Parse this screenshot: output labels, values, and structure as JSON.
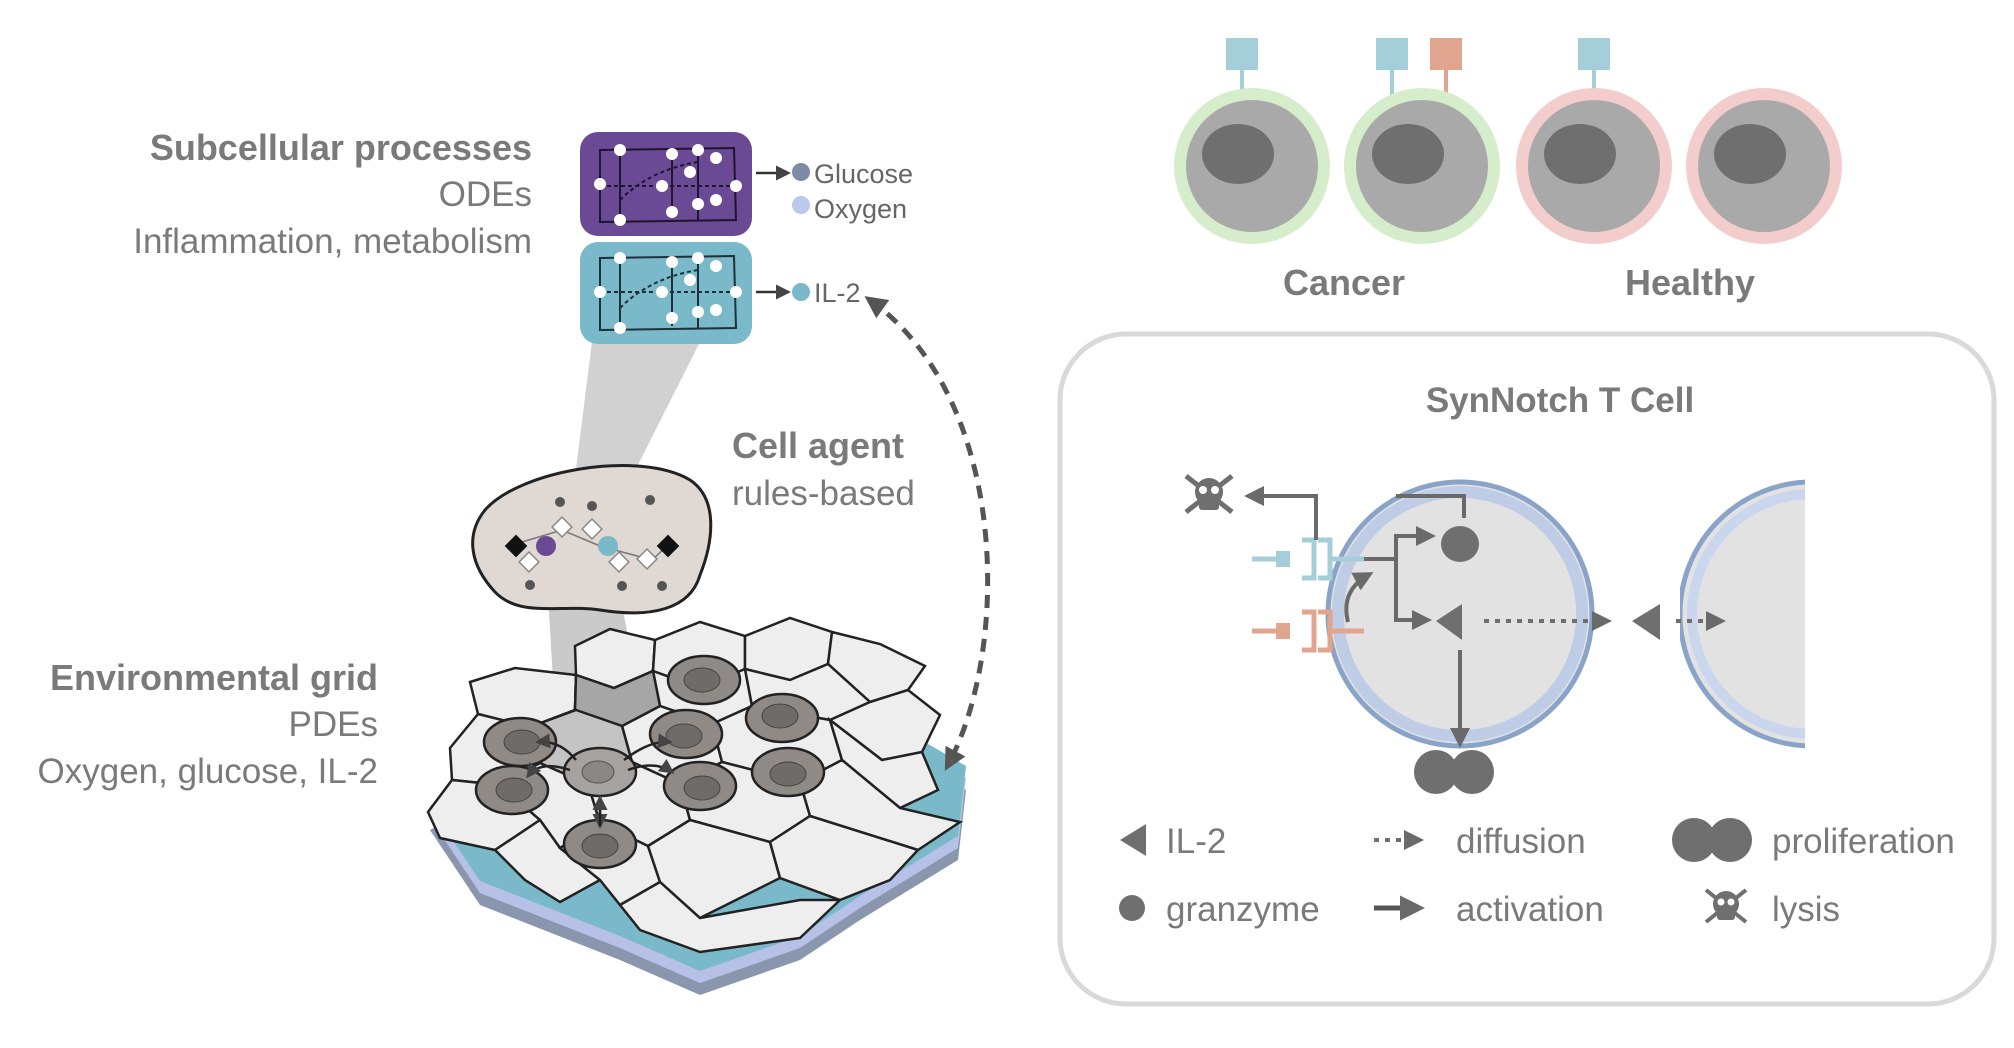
{
  "left_panel": {
    "subcellular": {
      "title": "Subcellular processes",
      "method": "ODEs",
      "examples": "Inflammation, metabolism"
    },
    "network_outputs": {
      "metabolism": [
        "Glucose",
        "Oxygen"
      ],
      "signaling": [
        "IL-2"
      ]
    },
    "cell_agent": {
      "title": "Cell agent",
      "method": "rules-based"
    },
    "environment": {
      "title": "Environmental grid",
      "method": "PDEs",
      "examples": "Oxygen, glucose, IL-2"
    }
  },
  "right_panel": {
    "cell_groups": [
      "Cancer",
      "Healthy"
    ],
    "tcell_title": "SynNotch T Cell",
    "legend": [
      {
        "label": "IL-2",
        "icon": "triangle-icon"
      },
      {
        "label": "diffusion",
        "icon": "dotted-arrow-icon"
      },
      {
        "label": "proliferation",
        "icon": "proliferation-icon"
      },
      {
        "label": "granzyme",
        "icon": "granzyme-icon"
      },
      {
        "label": "activation",
        "icon": "solid-arrow-icon"
      },
      {
        "label": "lysis",
        "icon": "skull-icon"
      }
    ]
  },
  "colors": {
    "purple_network": "#6a4a94",
    "teal_network": "#7ab9c9",
    "antigen_blue": "#a5cfd8",
    "antigen_orange": "#e0a58e",
    "cancer_ring": "#d5edcb",
    "healthy_ring": "#f2cdcb",
    "tcell_border": "#8aa3c8",
    "text_gray": "#7a7a7a"
  }
}
